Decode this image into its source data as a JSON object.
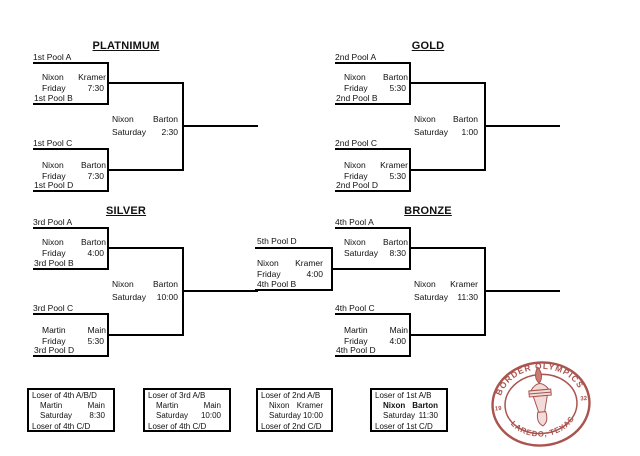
{
  "brackets": {
    "platinum": {
      "title": "PLATNIMUM",
      "pool_a": "1st Pool A",
      "pool_b": "1st Pool B",
      "pool_c": "1st Pool C",
      "pool_d": "1st Pool D",
      "game1": {
        "venue": "Nixon",
        "court": "Kramer",
        "day": "Friday",
        "time": "7:30"
      },
      "game2": {
        "venue": "Nixon",
        "court": "Barton",
        "day": "Friday",
        "time": "7:30"
      },
      "final": {
        "venue": "Nixon",
        "court": "Barton",
        "day": "Saturday",
        "time": "2:30"
      }
    },
    "gold": {
      "title": "GOLD",
      "pool_a": "2nd Pool A",
      "pool_b": "2nd Pool B",
      "pool_c": "2nd Pool C",
      "pool_d": "2nd Pool D",
      "game1": {
        "venue": "Nixon",
        "court": "Barton",
        "day": "Friday",
        "time": "5:30"
      },
      "game2": {
        "venue": "Nixon",
        "court": "Kramer",
        "day": "Friday",
        "time": "5:30"
      },
      "final": {
        "venue": "Nixon",
        "court": "Barton",
        "day": "Saturday",
        "time": "1:00"
      }
    },
    "silver": {
      "title": "SILVER",
      "pool_a": "3rd Pool A",
      "pool_b": "3rd Pool B",
      "pool_c": "3rd Pool C",
      "pool_d": "3rd Pool D",
      "game1": {
        "venue": "Nixon",
        "court": "Barton",
        "day": "Friday",
        "time": "4:00"
      },
      "game2": {
        "venue": "Martin",
        "court": "Main",
        "day": "Friday",
        "time": "5:30"
      },
      "final": {
        "venue": "Nixon",
        "court": "Barton",
        "day": "Saturday",
        "time": "10:00"
      }
    },
    "bronze": {
      "title": "BRONZE",
      "pool_a": "4th Pool A",
      "pool_c": "4th Pool C",
      "pool_d": "4th Pool D",
      "playin": {
        "top_label": "5th Pool D",
        "bottom_label": "4th Pool B",
        "venue": "Nixon",
        "court": "Kramer",
        "day": "Friday",
        "time": "4:00"
      },
      "game1": {
        "venue": "Nixon",
        "court": "Barton",
        "day": "Saturday",
        "time": "8:30"
      },
      "game2": {
        "venue": "Martin",
        "court": "Main",
        "day": "Friday",
        "time": "4:00"
      },
      "final": {
        "venue": "Nixon",
        "court": "Kramer",
        "day": "Saturday",
        "time": "11:30"
      }
    }
  },
  "consolations": [
    {
      "top": "Loser of 4th A/B/D",
      "venue": "Martin",
      "court": "Main",
      "day": "Saturday",
      "time": "8:30",
      "bottom": "Loser of 4th C/D"
    },
    {
      "top": "Loser of 3rd A/B",
      "venue": "Martin",
      "court": "Main",
      "day": "Saturday",
      "time": "10:00",
      "bottom": "Loser of 4th C/D"
    },
    {
      "top": "Loser of 2nd A/B",
      "venue": "Nixon",
      "court": "Kramer",
      "day": "Saturday",
      "time": "10:00",
      "bottom": "Loser of 2nd C/D"
    },
    {
      "top": "Loser of 1st A/B",
      "venue": "Nixon",
      "court": "Barton",
      "day": "Saturday",
      "time": "11:30",
      "bottom": "Loser of 1st C/D"
    }
  ],
  "stamp": {
    "arc_top": "BORDER OLYMPICS",
    "arc_bottom": "LAREDO, TEXAS",
    "year_left": "19",
    "year_right": "32",
    "ink_color": "#a9544e"
  }
}
